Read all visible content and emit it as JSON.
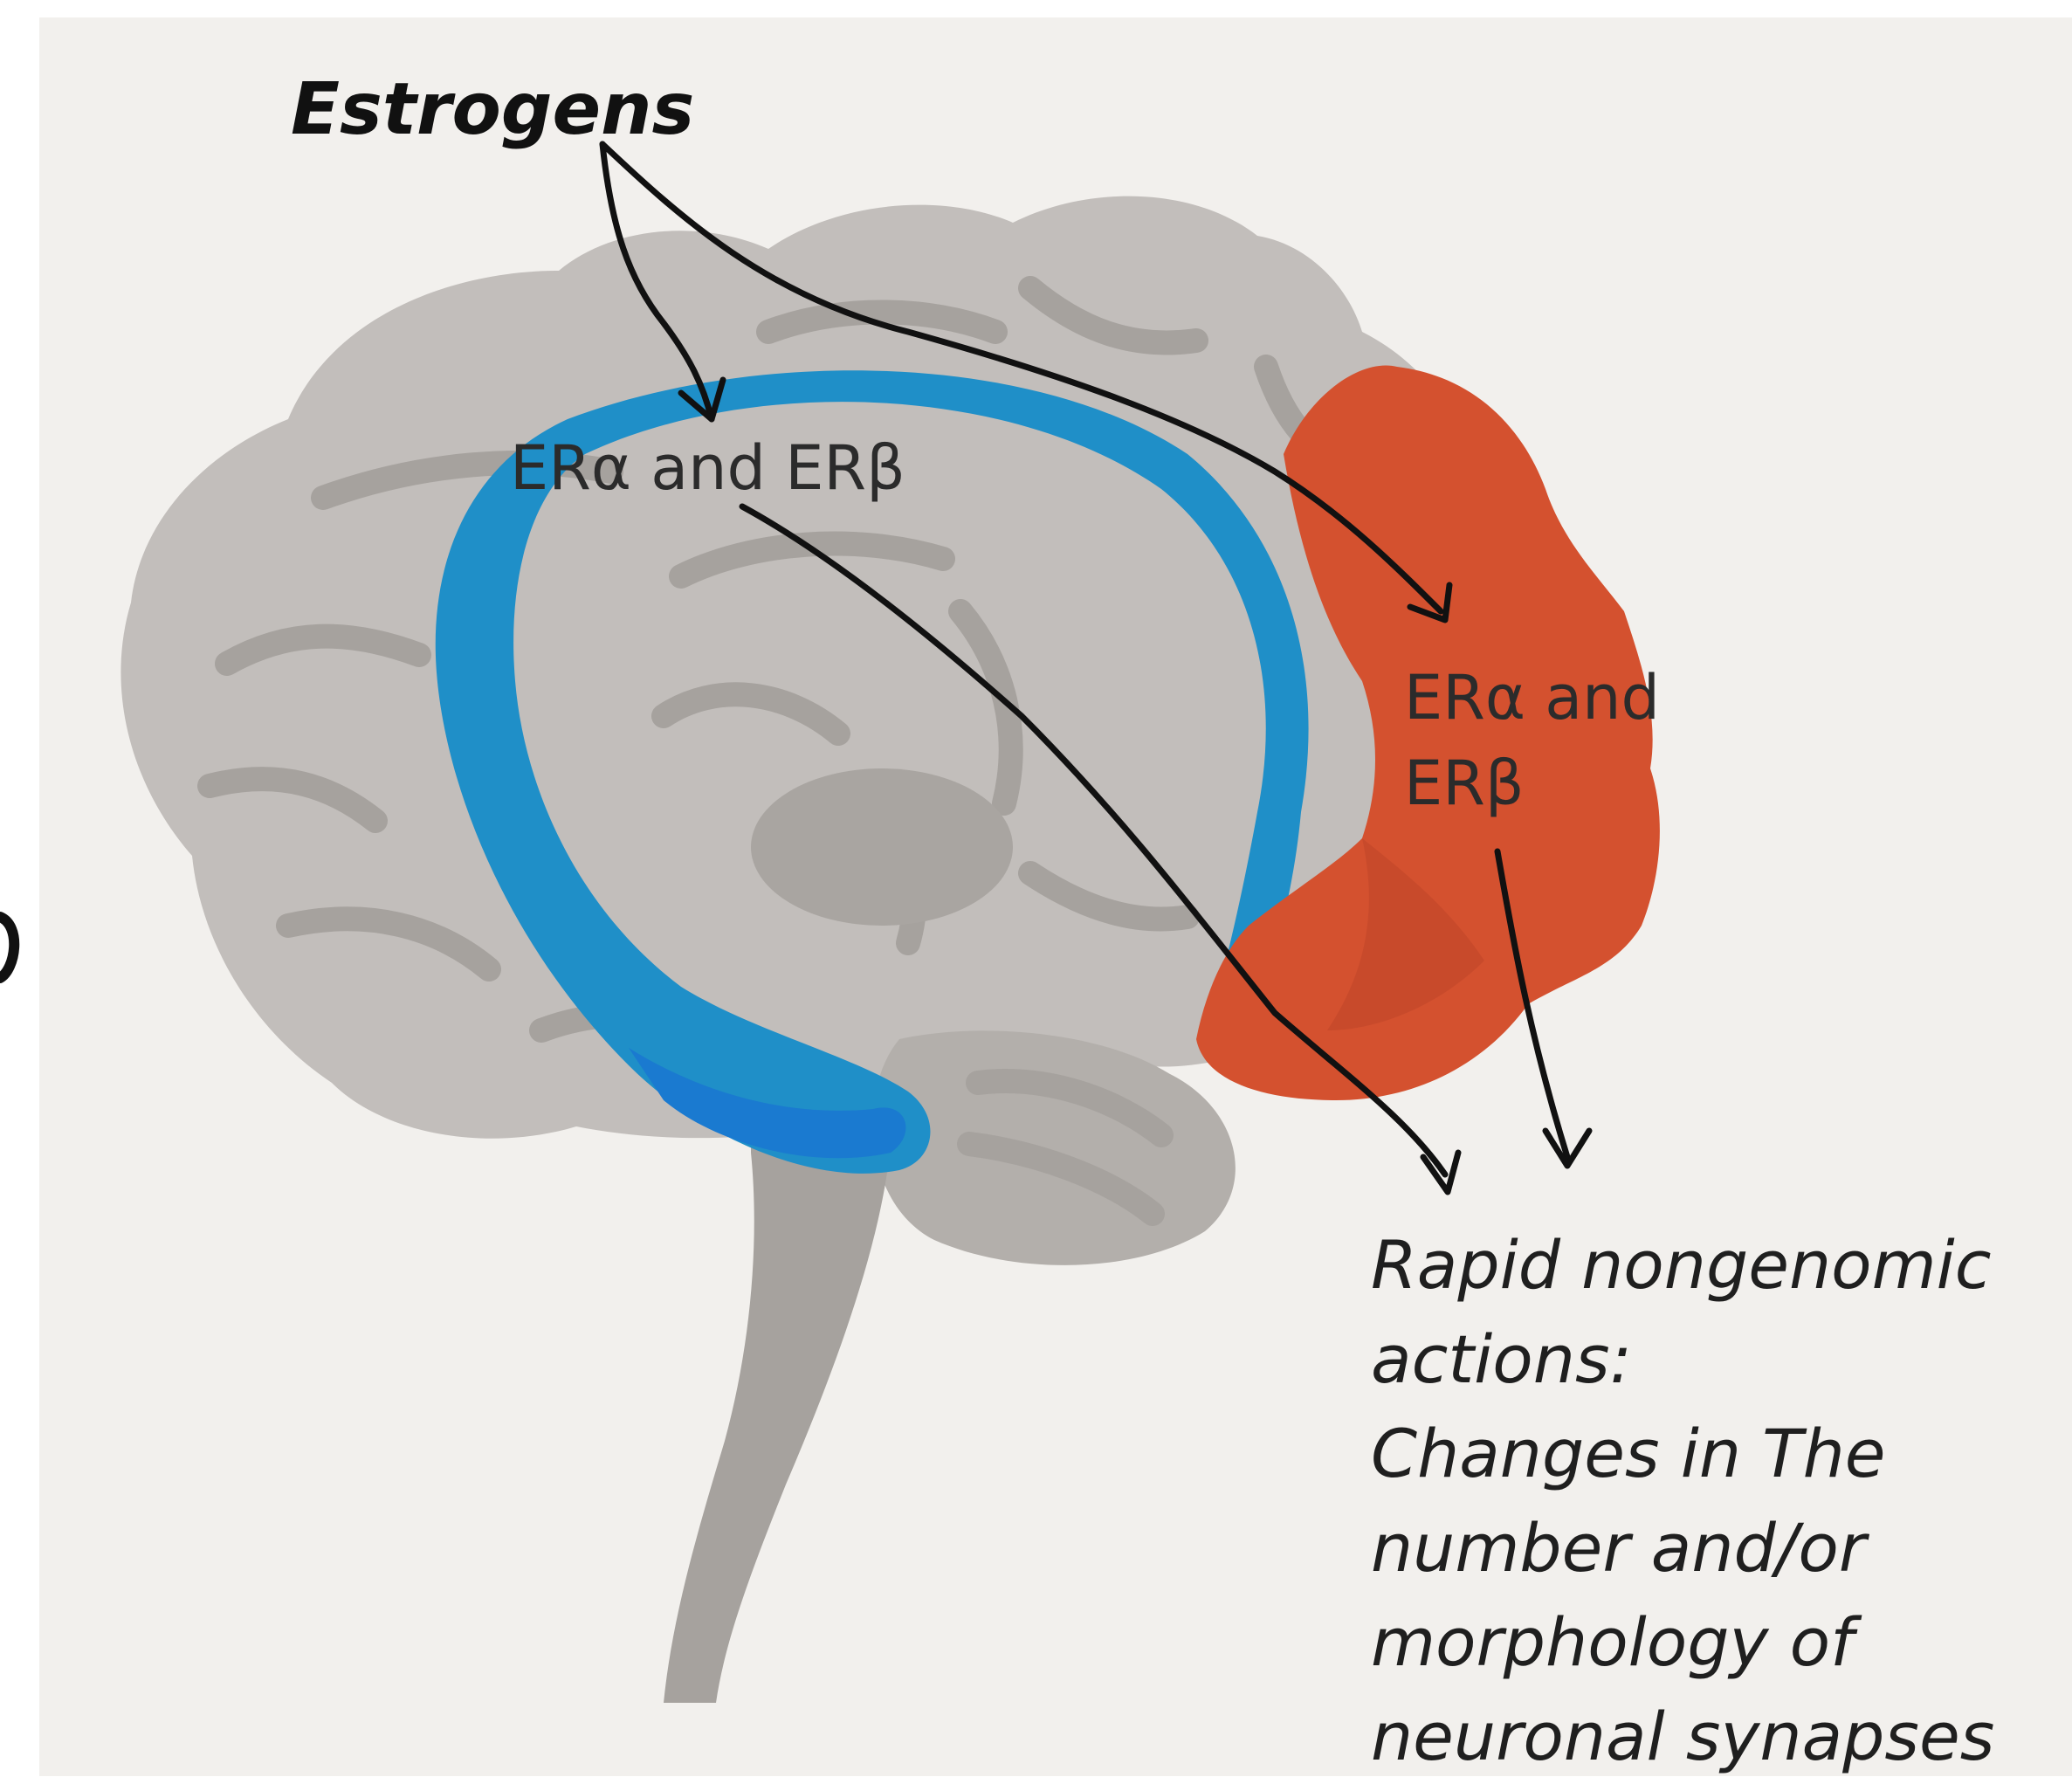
{
  "diagram": {
    "title": "Estrogens",
    "region_blue_label": "ERα and ERβ",
    "region_red_label_lines": [
      "ERα and",
      "ERβ"
    ],
    "actions_lines": [
      " Rapid nongenomic",
      "actions:",
      " Changes in The",
      "number and/or",
      "morphology of",
      "neuronal synapses"
    ]
  },
  "colors": {
    "background": "#f2f0ed",
    "brain_light": "#c2bebb",
    "brain_dark": "#a6a29e",
    "hippocampus_blue": "#1f8fc8",
    "prefrontal_red": "#d4512f",
    "arrow": "#111111"
  }
}
